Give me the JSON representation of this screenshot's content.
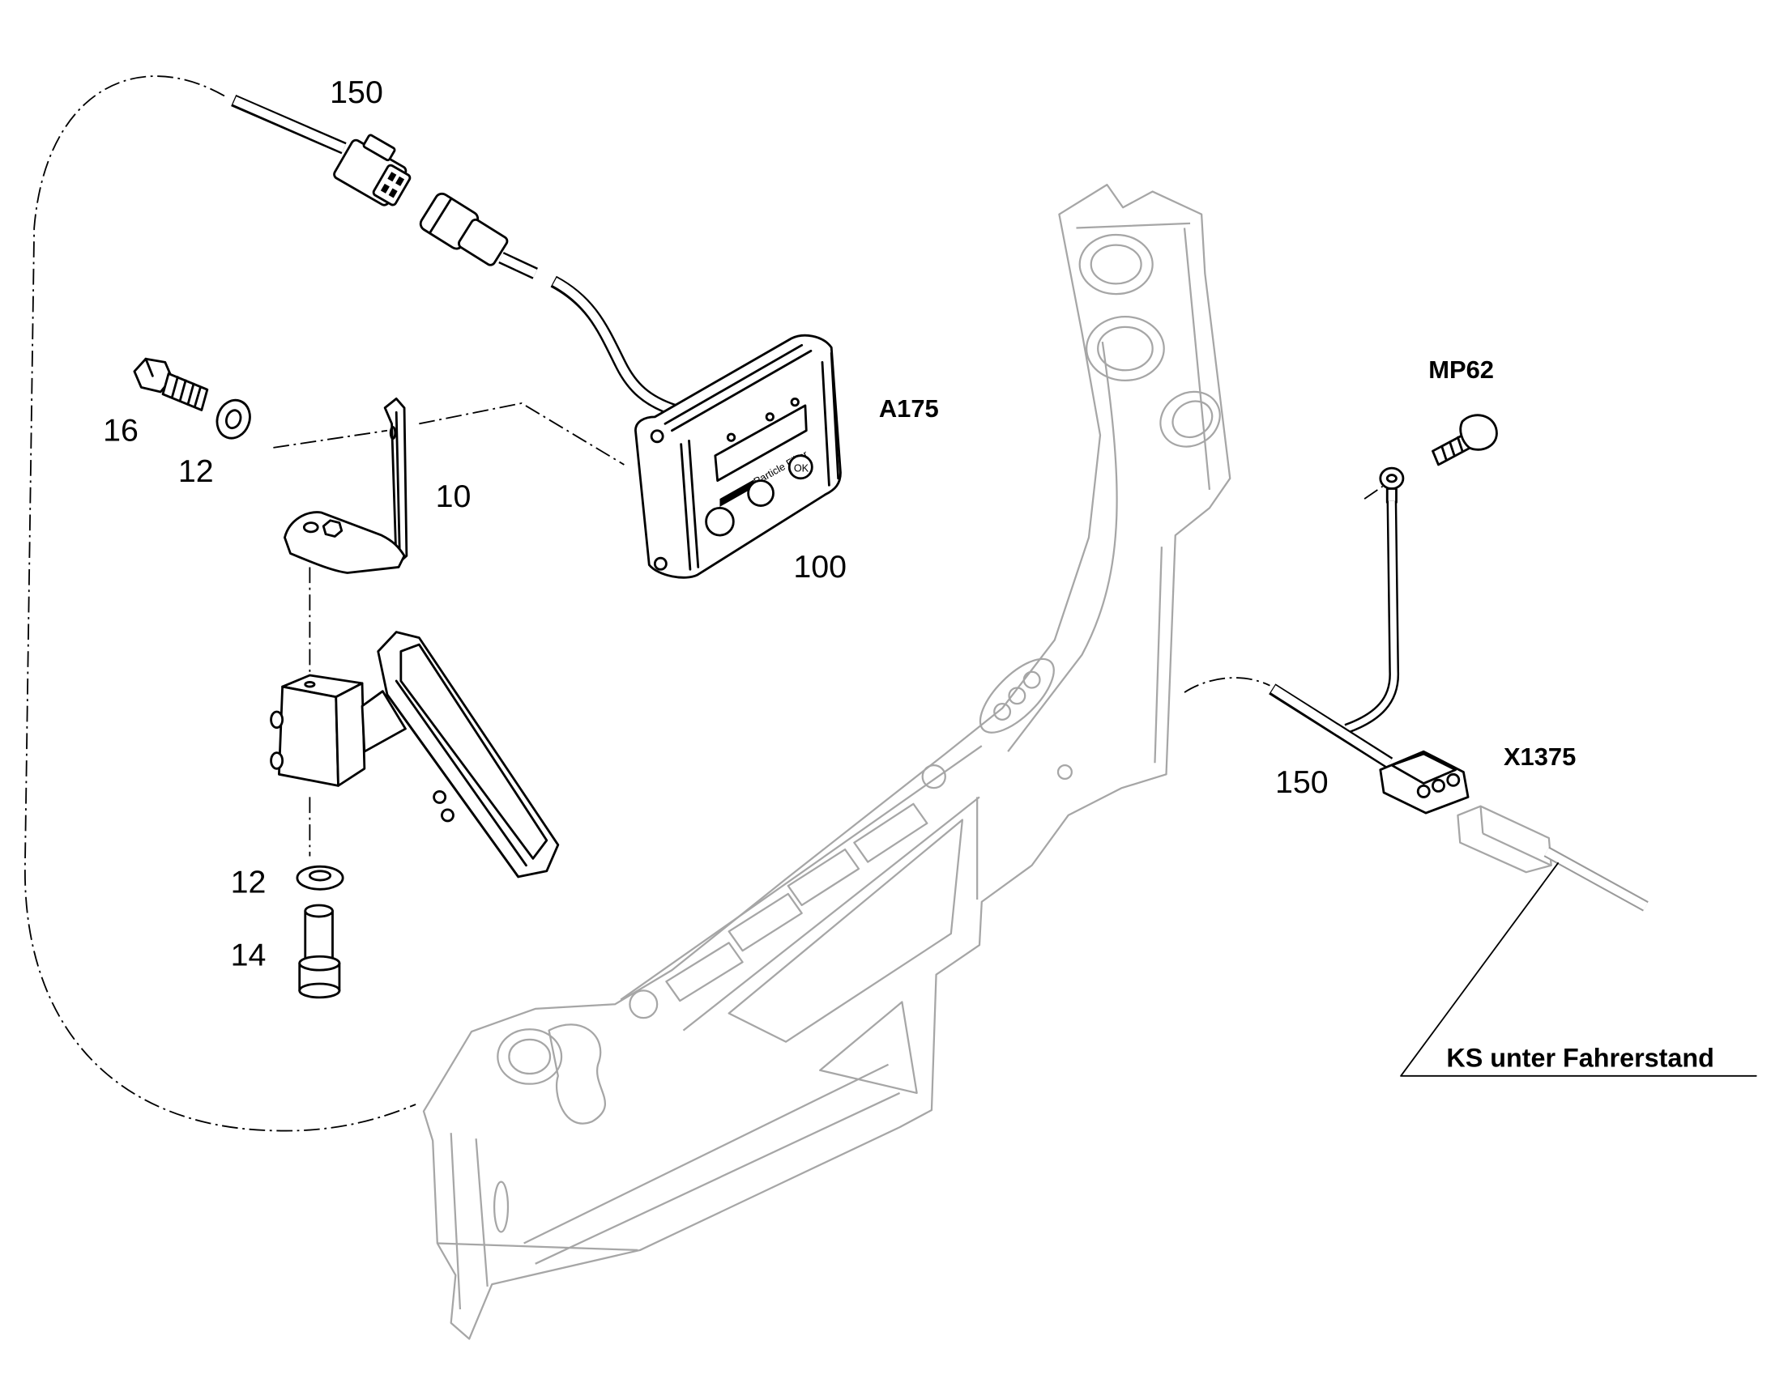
{
  "labels": {
    "part_150_top": "150",
    "part_16": "16",
    "part_12_top": "12",
    "part_10": "10",
    "part_a175": "A175",
    "part_100": "100",
    "part_12_bottom": "12",
    "part_14": "14",
    "part_mp62": "MP62",
    "part_150_right": "150",
    "part_x1375": "X1375",
    "note_ks": "KS unter Fahrerstand"
  },
  "device": {
    "screen_text": "Particle Filter",
    "button_label": "OK"
  },
  "colors": {
    "line": "#000000",
    "frame": "#a6a6a6",
    "background": "#ffffff"
  }
}
